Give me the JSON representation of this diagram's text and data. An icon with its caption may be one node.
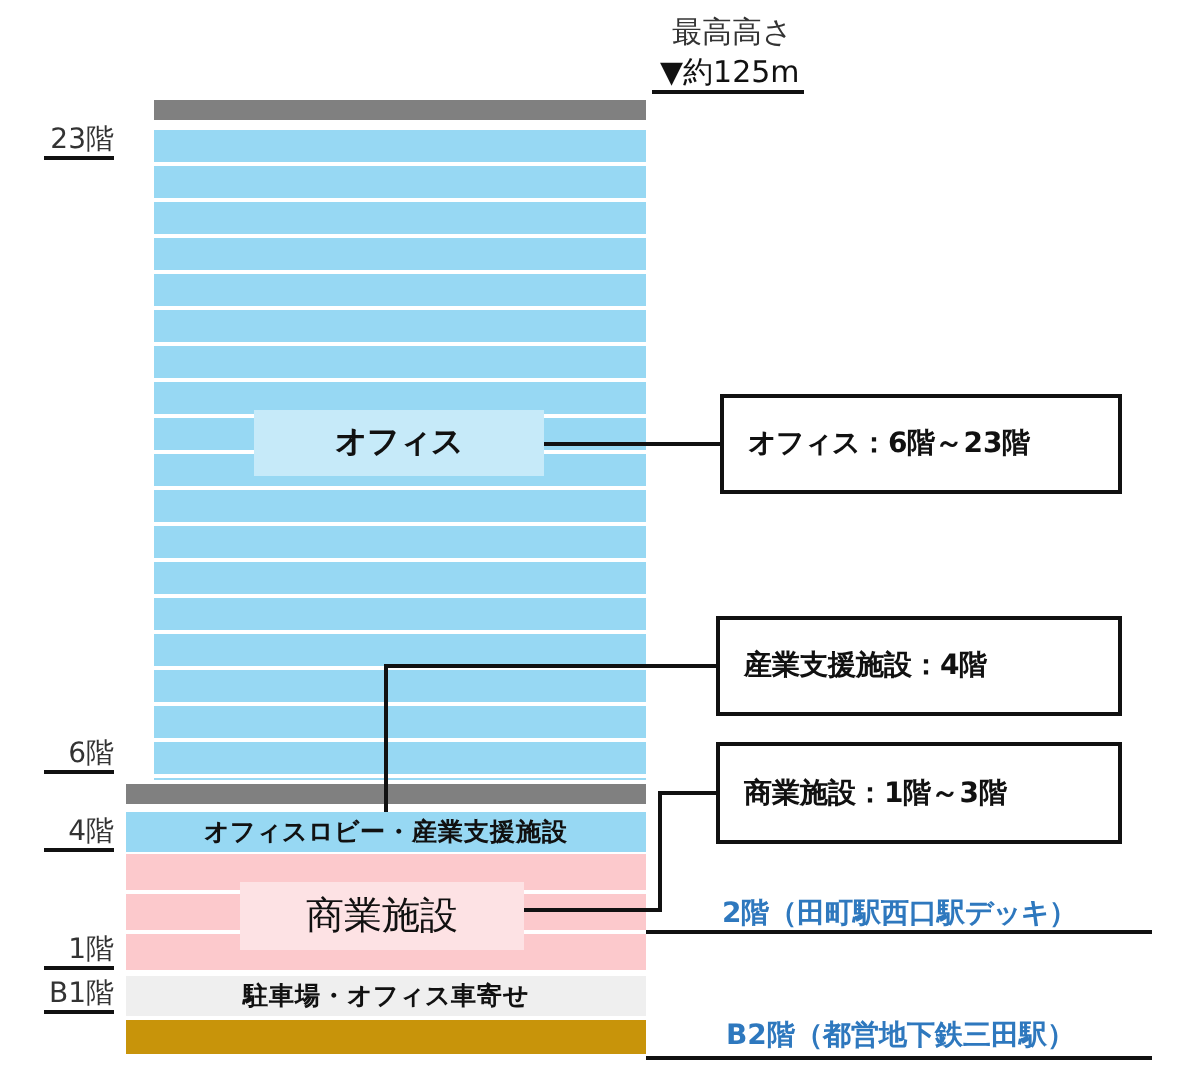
{
  "diagram": {
    "nodes": [
      {
        "text": [],
        "shape": "bar"
      },
      {
        "text": [
          "オフィス"
        ]
      },
      {
        "text": [
          "オフィス：6階～23階"
        ]
      },
      {
        "text": [
          "産業支援施設：4階"
        ]
      },
      {
        "text": [
          "商業施設：1階～3階"
        ]
      },
      {
        "text": [],
        "shape": "bar"
      },
      {
        "text": [
          "オフィスロビー・産業支援施設"
        ]
      },
      {
        "text": [
          "商業施設"
        ]
      },
      {
        "text": [
          "駐車場・オフィス車寄せ"
        ]
      },
      {
        "text": [],
        "shape": "bar"
      }
    ],
    "edges": [
      {
        "from": 1,
        "to": 2,
        "arrow": "none"
      },
      {
        "from": 6,
        "to": 3,
        "arrow": "none"
      },
      {
        "from": 7,
        "to": 4,
        "arrow": "none"
      }
    ],
    "labels": [
      "最高高さ",
      "▼約125m",
      "23階",
      "6階",
      "4階",
      "2階（田町駅西口駅デッキ）",
      "1階",
      "B1階",
      "B2階（都営地下鉄三田駅）"
    ]
  }
}
